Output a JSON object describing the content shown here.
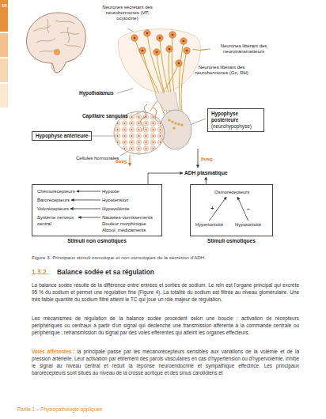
{
  "diagram": {
    "caption": "Figure 3. Principaux stimuli osmotique et non osmotiques de la sécrétion d'ADH.",
    "nodes": [
      {
        "text": [
          "Hypophyse antérieure"
        ]
      },
      {
        "text": [
          "Hypophyse postérieure",
          "(neurohypophyse)"
        ]
      },
      {
        "text": [
          "ADH plasmatique"
        ]
      },
      {
        "text": [
          "Stimuli non osmotiques"
        ]
      },
      {
        "text": [
          "Chémorécepteurs"
        ],
        "in": 3
      },
      {
        "text": [
          "Hypoxie"
        ],
        "in": 3
      },
      {
        "text": [
          "Barorécepteurs"
        ],
        "in": 3
      },
      {
        "text": [
          "Hypotension"
        ],
        "in": 3
      },
      {
        "text": [
          "Volorécepteurs"
        ],
        "in": 3
      },
      {
        "text": [
          "Hypovolémie"
        ],
        "in": 3
      },
      {
        "text": [
          "Système nerveux central"
        ],
        "in": 3
      },
      {
        "text": [
          "Nausées-vomissements Douleur morphinique Alcool, médicaments"
        ],
        "in": 3
      },
      {
        "text": [
          "Stimuli osmotiques"
        ]
      },
      {
        "text": [
          "Osmorécepteurs"
        ],
        "in": 12
      },
      {
        "text": [
          "Hypertonicité"
        ],
        "in": 12
      },
      {
        "text": [
          "Hypotonicité"
        ],
        "in": 12
      }
    ],
    "edges": [
      {
        "from": 5,
        "to": 4,
        "arrow": "to"
      },
      {
        "from": 7,
        "to": 6,
        "arrow": "to"
      },
      {
        "from": 9,
        "to": 8,
        "arrow": "to"
      },
      {
        "from": 11,
        "to": 10,
        "arrow": "to"
      },
      {
        "from": 14,
        "to": 13,
        "label": "+",
        "arrow": "to"
      },
      {
        "from": 15,
        "to": 13,
        "label": "–",
        "arrow": "to"
      },
      {
        "from": 3,
        "to": 2,
        "arrow": "to"
      },
      {
        "from": 12,
        "to": 2,
        "arrow": "to"
      }
    ],
    "labels": [
      "16",
      "Neurones sécrétant des neurohormones (VP, ocytocine)",
      "Neurones libérant des neurotransmetteurs",
      "Neurones libérant des neurohormones (Gn, RH)",
      "Hypothalamus",
      "Capillaire sanguins",
      "Cellules hormonales",
      "Sang",
      "Sang",
      "1.3.2.",
      "Balance sodée et sa régulation",
      "La balance sodée résulte de la différence entre entrées et sorties de sodium. Le rein est l'organe principal qui excrète 95 % du sodium et permet une régulation fine (Figure 4). La totalité du sodium est filtrée au niveau glomérulaire. Une très faible quantité du sodium filtré atteint le TC qui joue un rôle majeur de régulation.",
      "Les mécanismes de régulation de la balance sodée procèdent selon une boucle : activation de récepteurs périphériques ou centraux à partir d'un signal qui déclenche une transmission afférente à la commande centrale ou périphérique ; retransmission du signal par des voies efférentes qui atteint les organes effecteurs.",
      "Voies afférentes",
      ": la principale passe par les mécanorécepteurs sensibles aux variations de la volémie et de la pression artérielle. Leur activation par étirement des parois vasculaires en cas d'hypertension ou d'hypervolémie, inhibe le signal au niveau central et réduit la réponse neuroendocrine et sympathique effectrice. Les principaux barorécepteurs sont situés au niveau de la crosse aortique et des sinus carotidiens et",
      "Partie 1 – Physiopathologie appliquée"
    ]
  }
}
